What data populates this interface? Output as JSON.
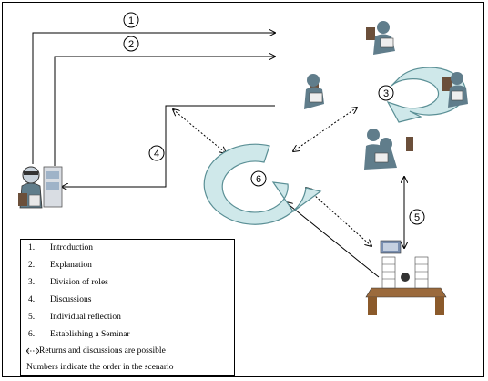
{
  "diagram": {
    "step_numbers": [
      "1",
      "2",
      "3",
      "4",
      "5",
      "6"
    ],
    "legend": {
      "items": [
        {
          "num": "1.",
          "label": "Introduction"
        },
        {
          "num": "2.",
          "label": "Explanation"
        },
        {
          "num": "3.",
          "label": "Division of roles"
        },
        {
          "num": "4.",
          "label": "Discussions"
        },
        {
          "num": "5.",
          "label": "Individual reflection"
        },
        {
          "num": "6.",
          "label": "Establishing a Seminar"
        }
      ],
      "returns_note": "Returns and discussions are possible",
      "order_note": "Numbers indicate the order in the scenario"
    }
  },
  "colors": {
    "cycle_fill": "#cfe8ea",
    "cycle_stroke": "#5a8f95",
    "person": "#607d8b",
    "desk": "#8b5a2b"
  }
}
